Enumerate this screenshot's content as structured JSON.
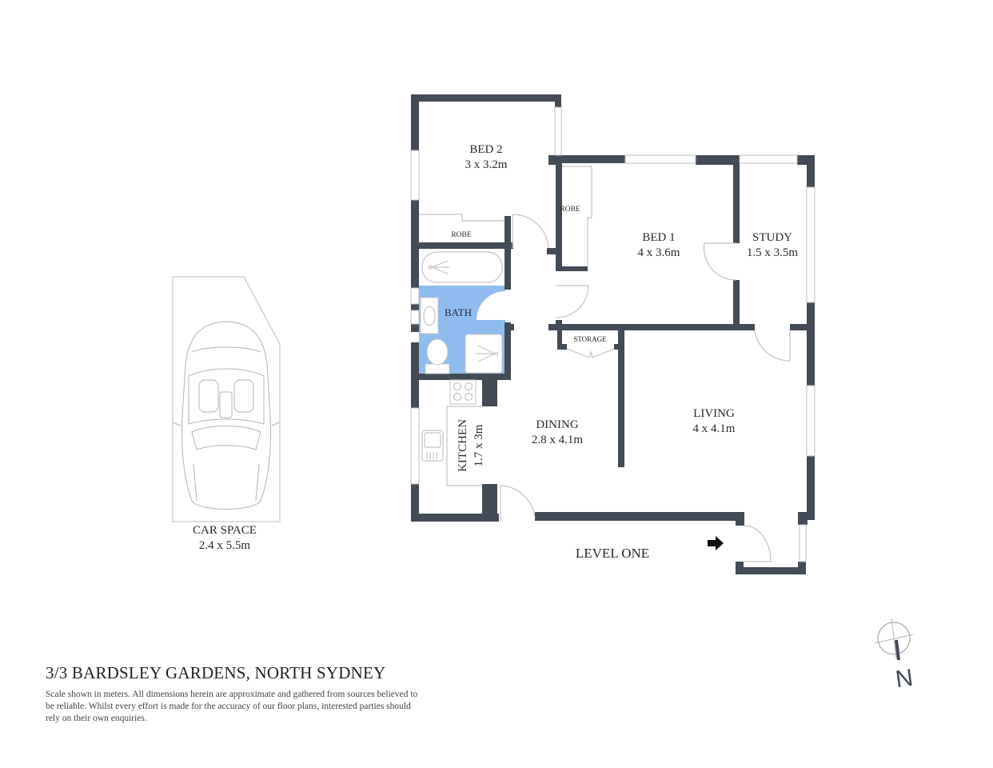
{
  "property": {
    "address": "3/3 BARDSLEY GARDENS, NORTH SYDNEY",
    "disclaimer": "Scale shown in meters. All dimensions herein are approximate and gathered from sources believed to be  reliable. Whilst every effort is made for the accuracy of our floor plans, interested parties should rely on their own enquiries."
  },
  "level": {
    "label": "LEVEL ONE"
  },
  "rooms": {
    "bed2": {
      "name": "BED 2",
      "size": "3 x 3.2m"
    },
    "bed1": {
      "name": "BED 1",
      "size": "4 x 3.6m"
    },
    "study": {
      "name": "STUDY",
      "size": "1.5 x 3.5m"
    },
    "bath": {
      "name": "BATH"
    },
    "kitchen": {
      "name": "KITCHEN",
      "size": "1.7 x 3m"
    },
    "dining": {
      "name": "DINING",
      "size": "2.8 x 4.1m"
    },
    "living": {
      "name": "LIVING",
      "size": "4 x 4.1m"
    },
    "robe_bed2": {
      "name": "ROBE"
    },
    "robe_bed1": {
      "name": "ROBE"
    },
    "storage": {
      "name": "STORAGE"
    }
  },
  "car_space": {
    "name": "CAR SPACE",
    "size": "2.4 x 5.5m"
  },
  "compass": {
    "label": "N"
  },
  "icons": {
    "entry_arrow": "arrow-right-icon",
    "compass": "north-compass-icon",
    "car": "car-icon"
  },
  "colors": {
    "wall": "#434b56",
    "bath_fill": "#8fbcef",
    "fixture_line": "#c4c4c4"
  }
}
